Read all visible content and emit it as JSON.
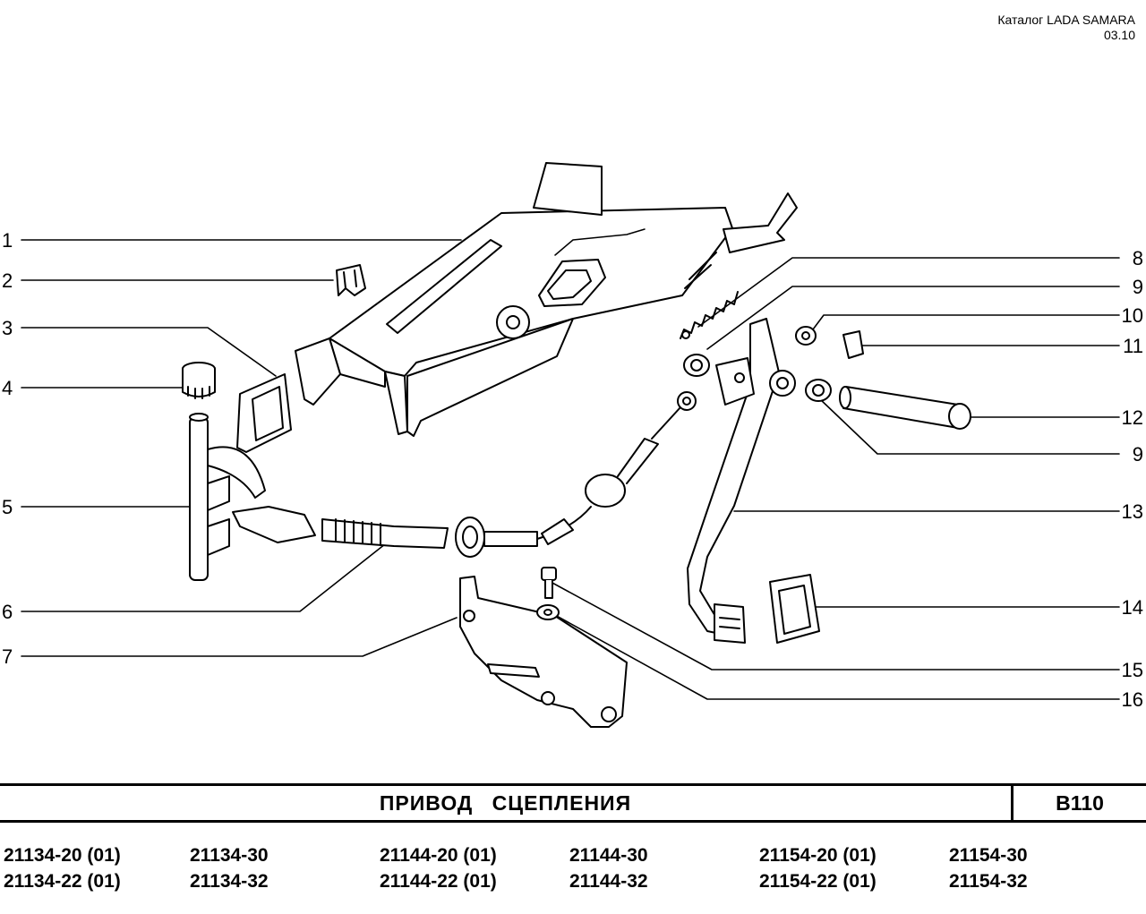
{
  "catalog": {
    "line1": "Каталог  LADA SAMARA",
    "line2": "03.10"
  },
  "callouts": {
    "left": [
      "1",
      "2",
      "3",
      "4",
      "5",
      "6",
      "7"
    ],
    "right": [
      "8",
      "9",
      "10",
      "11",
      "12",
      "9",
      "13",
      "14",
      "15",
      "16"
    ]
  },
  "title": "ПРИВОД  СЦЕПЛЕНИЯ",
  "code": "B110",
  "models": {
    "row1": [
      "21134-20 (01)",
      "21134-30",
      "21144-20 (01)",
      "21144-30",
      "21154-20 (01)",
      "21154-30"
    ],
    "row2": [
      "21134-22 (01)",
      "21134-32",
      "21144-22 (01)",
      "21144-32",
      "21154-22 (01)",
      "21154-32"
    ]
  }
}
